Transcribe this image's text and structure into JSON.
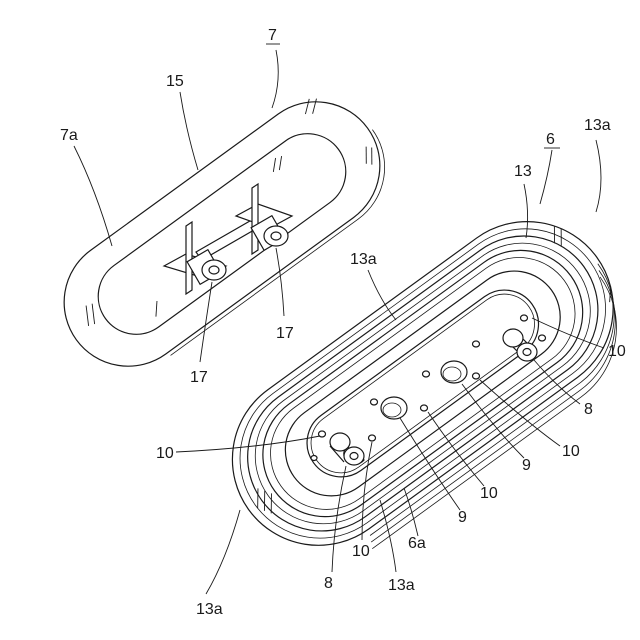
{
  "figure": {
    "labels": [
      {
        "id": "ref-7",
        "text": "7",
        "underline": true
      },
      {
        "id": "ref-15",
        "text": "15"
      },
      {
        "id": "ref-7a",
        "text": "7a"
      },
      {
        "id": "ref-17-left",
        "text": "17"
      },
      {
        "id": "ref-17-right",
        "text": "17"
      },
      {
        "id": "ref-6",
        "text": "6",
        "underline": true
      },
      {
        "id": "ref-13a-top",
        "text": "13a"
      },
      {
        "id": "ref-13",
        "text": "13"
      },
      {
        "id": "ref-13a-mid",
        "text": "13a"
      },
      {
        "id": "ref-10-right",
        "text": "10"
      },
      {
        "id": "ref-8-right",
        "text": "8"
      },
      {
        "id": "ref-10-lowright",
        "text": "10"
      },
      {
        "id": "ref-9-right",
        "text": "9"
      },
      {
        "id": "ref-10-left",
        "text": "10"
      },
      {
        "id": "ref-10-center",
        "text": "10"
      },
      {
        "id": "ref-9-center",
        "text": "9"
      },
      {
        "id": "ref-6a",
        "text": "6a"
      },
      {
        "id": "ref-10-bottom",
        "text": "10"
      },
      {
        "id": "ref-8-left",
        "text": "8"
      },
      {
        "id": "ref-13a-bottom",
        "text": "13a"
      },
      {
        "id": "ref-13a-lowleft",
        "text": "13a"
      }
    ]
  }
}
